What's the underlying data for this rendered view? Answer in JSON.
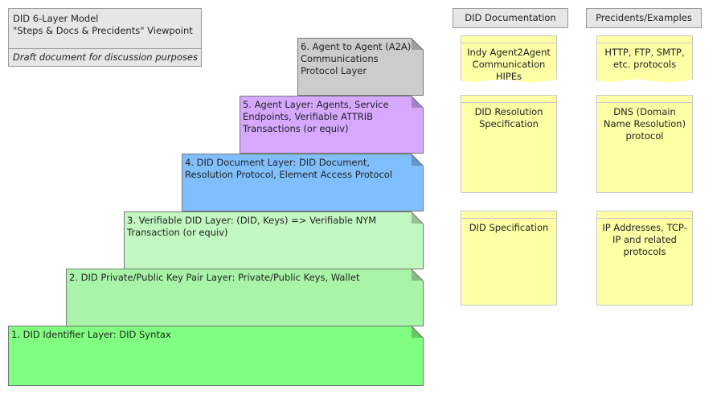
{
  "title": {
    "line1": "DID 6-Layer Model",
    "line2": "\"Steps & Docs & Precidents\" Viewpoint",
    "subtitle": "Draft document for discussion purposes"
  },
  "columns": {
    "documentation": "DID Documentation",
    "examples": "Precidents/Examples"
  },
  "layers": [
    {
      "label": "1. DID Identifier Layer: DID Syntax",
      "color": "#80ff80"
    },
    {
      "label": "2. DID Private/Public Key Pair Layer: Private/Public Keys, Wallet",
      "color": "#a8f5a8"
    },
    {
      "label": "3. Verifiable DID Layer: (DID, Keys) => Verifiable NYM Transaction (or equiv)",
      "color": "#c2f7c2"
    },
    {
      "label": "4. DID Document Layer: DID Document, Resolution Protocol, Element Access Protocol",
      "color": "#80bfff"
    },
    {
      "label": "5. Agent Layer: Agents, Service Endpoints, Verifiable ATTRIB Transactions (or equiv)",
      "color": "#d6a8ff"
    },
    {
      "label": "6. Agent to Agent (A2A) Communications Protocol Layer",
      "color": "#cccccc"
    }
  ],
  "documentation_notes": [
    "Indy Agent2Agent Communication HIPEs",
    "DID Resolution Specification",
    "DID Specification"
  ],
  "example_notes": [
    "HTTP, FTP, SMTP, etc. protocols",
    "DNS (Domain Name Resolution) protocol",
    "IP Addresses, TCP-IP and related protocols"
  ]
}
